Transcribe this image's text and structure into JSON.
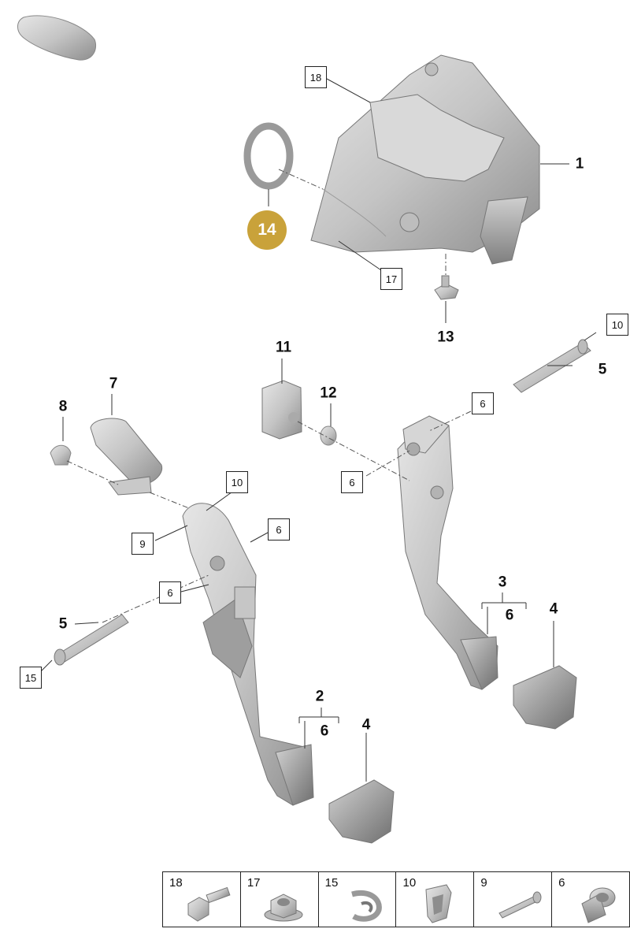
{
  "callouts": {
    "l1": "1",
    "l2": "2",
    "l2_sub": "6",
    "l3": "3",
    "l3_sub": "6",
    "l4a": "4",
    "l4b": "4",
    "l5a": "5",
    "l5b": "5",
    "l7": "7",
    "l8": "8",
    "l11": "11",
    "l12": "12",
    "l13": "13"
  },
  "highlight": {
    "label": "14",
    "color": "#c9a23a"
  },
  "boxes": {
    "b18": "18",
    "b17": "17",
    "b10a": "10",
    "b10b": "10",
    "b6a": "6",
    "b6b": "6",
    "b6c": "6",
    "b6d": "6",
    "b9": "9",
    "b15": "15"
  },
  "legend": {
    "cells": [
      {
        "num": "18",
        "icon": "bolt-icon"
      },
      {
        "num": "17",
        "icon": "flange-nut-icon"
      },
      {
        "num": "15",
        "icon": "retaining-clip-icon"
      },
      {
        "num": "10",
        "icon": "spring-clip-icon"
      },
      {
        "num": "9",
        "icon": "pin-icon"
      },
      {
        "num": "6",
        "icon": "bushing-icon"
      }
    ]
  }
}
